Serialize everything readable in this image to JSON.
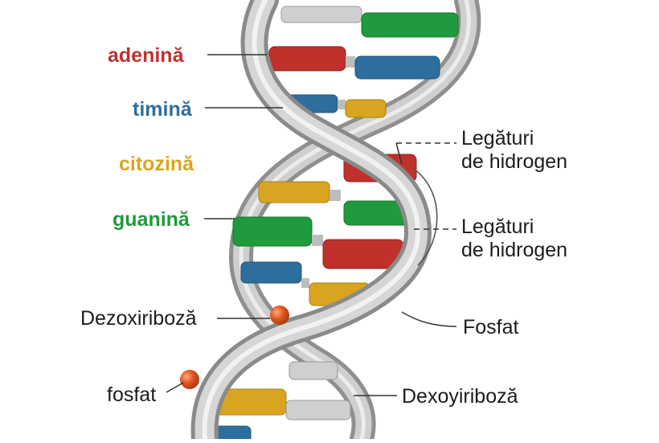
{
  "labels": {
    "adenine": "adenină",
    "thymine": "timină",
    "cytosine": "citozină",
    "guanine": "guanină",
    "hbond_1_line1": "Legături",
    "hbond_1_line2": "de hidrogen",
    "hbond_2_line1": "Legături",
    "hbond_2_line2": "de hidrogen",
    "deoxyribose_left": "Dezoxiriboză",
    "phosphate_right": "Fosfat",
    "phosphate_left": "fosfat",
    "deoxyribose_right": "Dexoyiriboză"
  },
  "colors": {
    "adenine": "#c0312b",
    "thymine": "#2e6e9e",
    "cytosine": "#d9a521",
    "guanine": "#1f9a3c",
    "backbone": "#b8b8b8",
    "phosphate_ball": "#e0541e",
    "text": "#1c1c1c"
  }
}
